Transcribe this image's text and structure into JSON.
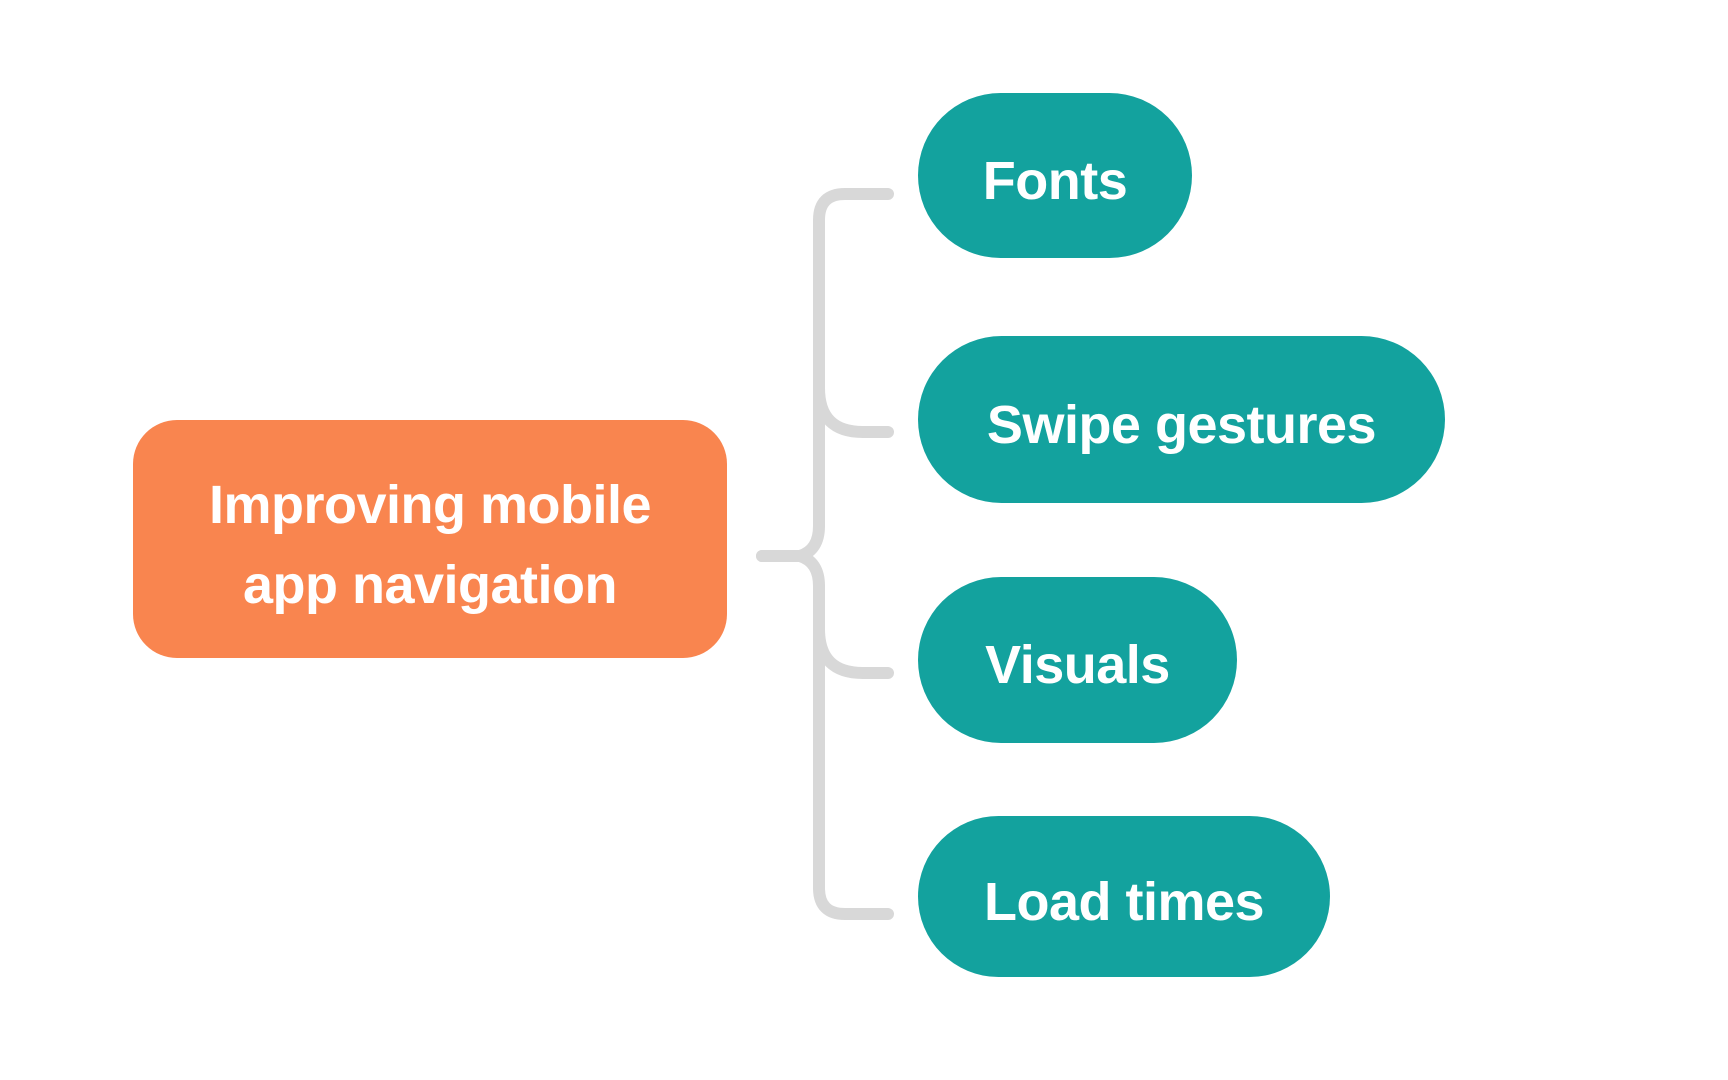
{
  "diagram": {
    "type": "mindmap",
    "root": {
      "label": "Improving mobile app navigation"
    },
    "children": [
      {
        "label": "Fonts"
      },
      {
        "label": "Swipe gestures"
      },
      {
        "label": "Visuals"
      },
      {
        "label": "Load times"
      }
    ]
  },
  "colors": {
    "root_node": "#F9854F",
    "child_node": "#13A29E",
    "connector": "#D8D8D8",
    "node_text": "#FFFFFF",
    "background": "#FFFFFF"
  }
}
